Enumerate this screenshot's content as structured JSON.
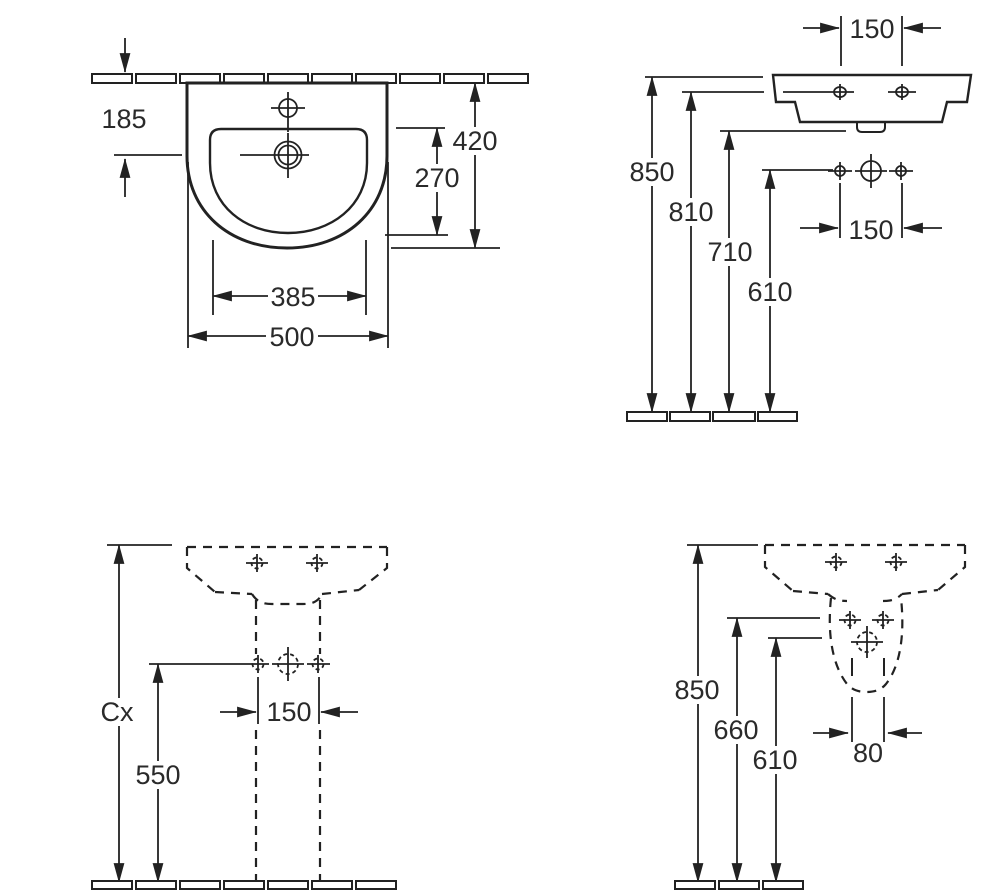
{
  "drawing": {
    "subject": "washbasin-with-pedestal-dimension-drawing",
    "colors": {
      "line": "#222222",
      "text": "#2a2a2a",
      "background": "#ffffff"
    },
    "views": {
      "plan": {
        "dims": {
          "wall_to_drain": "185",
          "overall_depth": "420",
          "bowl_depth": "270",
          "bowl_width": "385",
          "overall_width": "500"
        }
      },
      "side": {
        "dims": {
          "tap_hole_spacing": "150",
          "height_rim": "850",
          "height_fixing": "810",
          "height_outlet": "710",
          "height_supply": "610",
          "supply_hole_spacing": "150"
        }
      },
      "front_pedestal": {
        "dims": {
          "height_rim": "Cx",
          "height_supply": "550",
          "supply_hole_spacing": "150"
        }
      },
      "side_pedestal": {
        "dims": {
          "height_rim": "850",
          "height_fixing": "660",
          "height_trap": "610",
          "outlet_width": "80"
        }
      }
    }
  }
}
